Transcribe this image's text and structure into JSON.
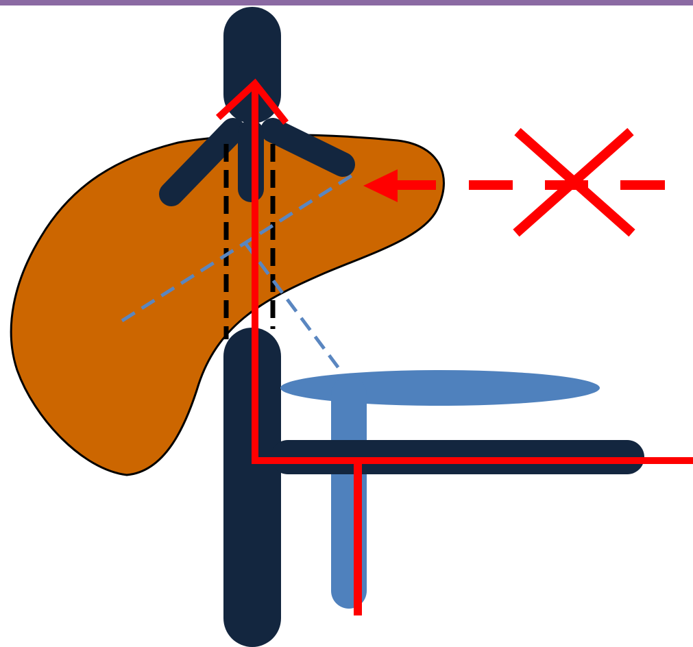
{
  "colors": {
    "top_bar": "#8b6aa3",
    "liver_fill": "#cc6600",
    "liver_outline": "#000000",
    "vein": "#13263f",
    "portal_vein": "#4f81bd",
    "portal_dash": "#5a86c0",
    "ivc_dash": "#000000",
    "arrow": "#ff0000",
    "background": "#ffffff"
  },
  "diagram": {
    "parts": [
      "liver",
      "inferior-vena-cava-upper",
      "inferior-vena-cava-lower",
      "left-hepatic-vein",
      "right-hepatic-vein",
      "portal-vein",
      "splenic-vein",
      "renal-vein",
      "flow-arrow-up",
      "blocked-flow-arrow",
      "blocked-cross"
    ]
  }
}
